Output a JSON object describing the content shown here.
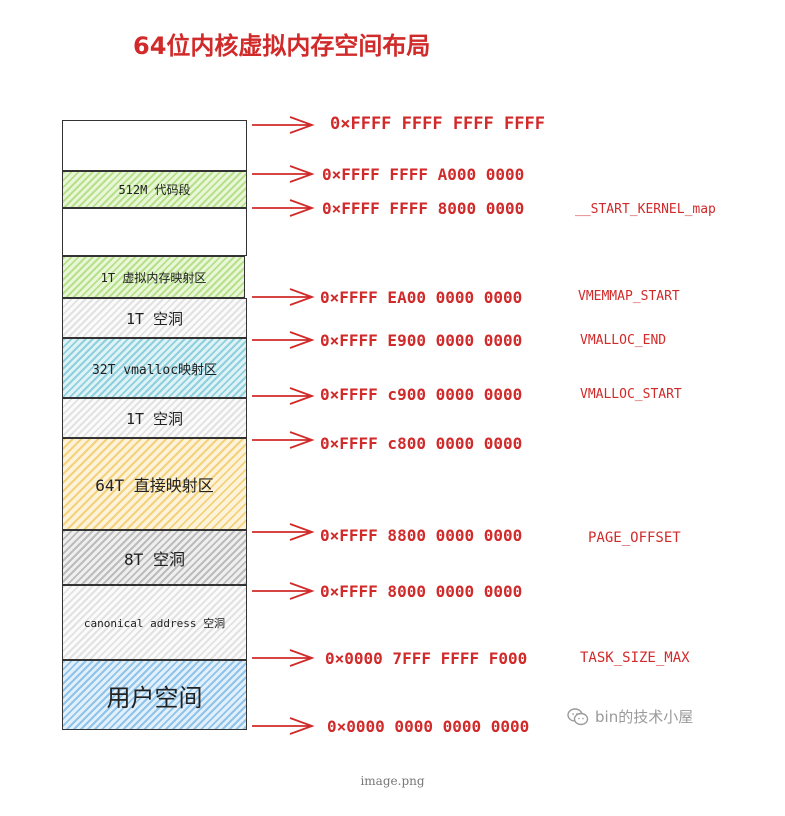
{
  "title": "64位内核虚拟内存空间布局",
  "segments": [
    {
      "label": "",
      "style": "white"
    },
    {
      "label": "512M 代码段",
      "style": "green"
    },
    {
      "label": "",
      "style": "white"
    },
    {
      "label": "1T 虚拟内存映射区",
      "style": "green"
    },
    {
      "label": "1T 空洞",
      "style": "light"
    },
    {
      "label": "32T vmalloc映射区",
      "style": "blue"
    },
    {
      "label": "1T 空洞",
      "style": "light"
    },
    {
      "label": "64T 直接映射区",
      "style": "yellow"
    },
    {
      "label": "8T 空洞",
      "style": "dark"
    },
    {
      "label": "canonical address 空洞",
      "style": "light"
    },
    {
      "label": "用户空间",
      "style": "user"
    }
  ],
  "addresses": [
    {
      "addr": "0×FFFF FFFF FFFF FFFF",
      "symbol": ""
    },
    {
      "addr": "0×FFFF FFFF A000 0000",
      "symbol": ""
    },
    {
      "addr": "0×FFFF FFFF 8000 0000",
      "symbol": "__START_KERNEL_map"
    },
    {
      "addr": "0×FFFF EA00 0000 0000",
      "symbol": "VMEMMAP_START"
    },
    {
      "addr": "0×FFFF E900 0000 0000",
      "symbol": "VMALLOC_END"
    },
    {
      "addr": "0×FFFF c900 0000 0000",
      "symbol": "VMALLOC_START"
    },
    {
      "addr": "0×FFFF c800 0000 0000",
      "symbol": ""
    },
    {
      "addr": "0×FFFF 8800 0000 0000",
      "symbol": "PAGE_OFFSET"
    },
    {
      "addr": "0×FFFF 8000 0000 0000",
      "symbol": ""
    },
    {
      "addr": "0×0000 7FFF FFFF F000",
      "symbol": "TASK_SIZE_MAX"
    },
    {
      "addr": "0×0000 0000 0000 0000",
      "symbol": ""
    }
  ],
  "watermark": "bin的技术小屋",
  "watermark_icon": "wechat-icon",
  "caption": "image.png",
  "colors": {
    "accent": "#d12a2a"
  }
}
